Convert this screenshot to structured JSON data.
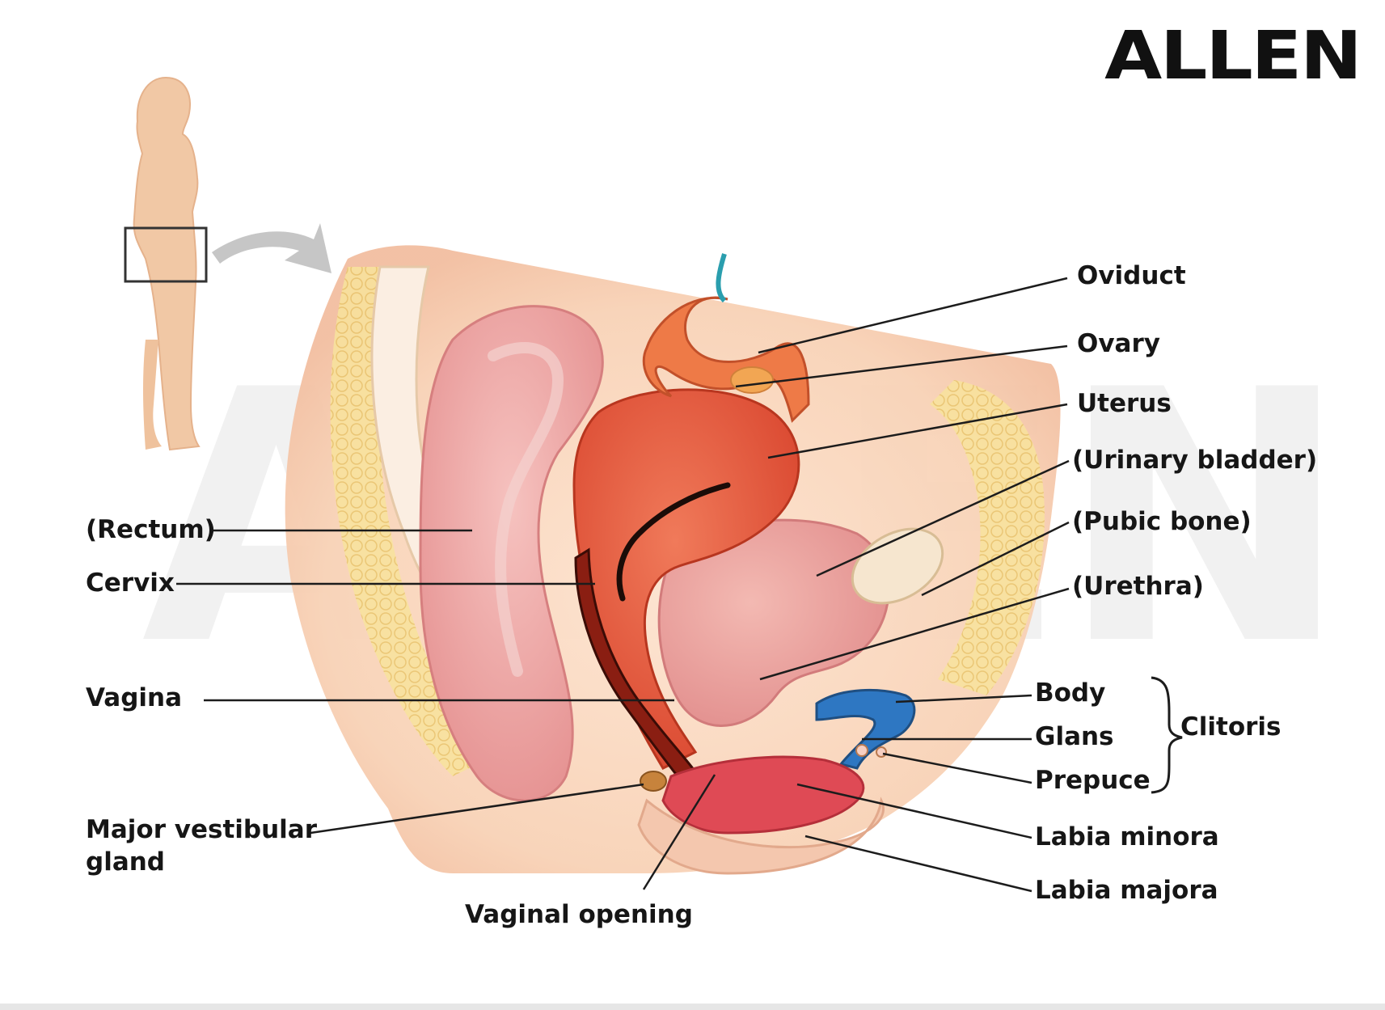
{
  "brand": {
    "logo_text": "ALLEN"
  },
  "labels": {
    "oviduct": "Oviduct",
    "ovary": "Ovary",
    "uterus": "Uterus",
    "urinary_bladder": "(Urinary bladder)",
    "pubic_bone": "(Pubic bone)",
    "urethra": "(Urethra)",
    "rectum": "(Rectum)",
    "cervix": "Cervix",
    "vagina": "Vagina",
    "body": "Body",
    "glans": "Glans",
    "prepuce": "Prepuce",
    "clitoris": "Clitoris",
    "major_vestibular_gland": "Major vestibular gland",
    "labia_minora": "Labia minora",
    "labia_majora": "Labia majora",
    "vaginal_opening": "Vaginal opening"
  },
  "colors": {
    "skin_outline": "#f0c9a6",
    "body_silhouette": "#f1c8a5",
    "uterus": "#e8563b",
    "rectum": "#eaa0a0",
    "bladder": "#e89a9a",
    "fat": "#f6dc8f",
    "clitoris": "#2e77c2",
    "label_text": "#161616",
    "leader_line": "#1c1c1c",
    "arrow": "#c4c4c4"
  }
}
